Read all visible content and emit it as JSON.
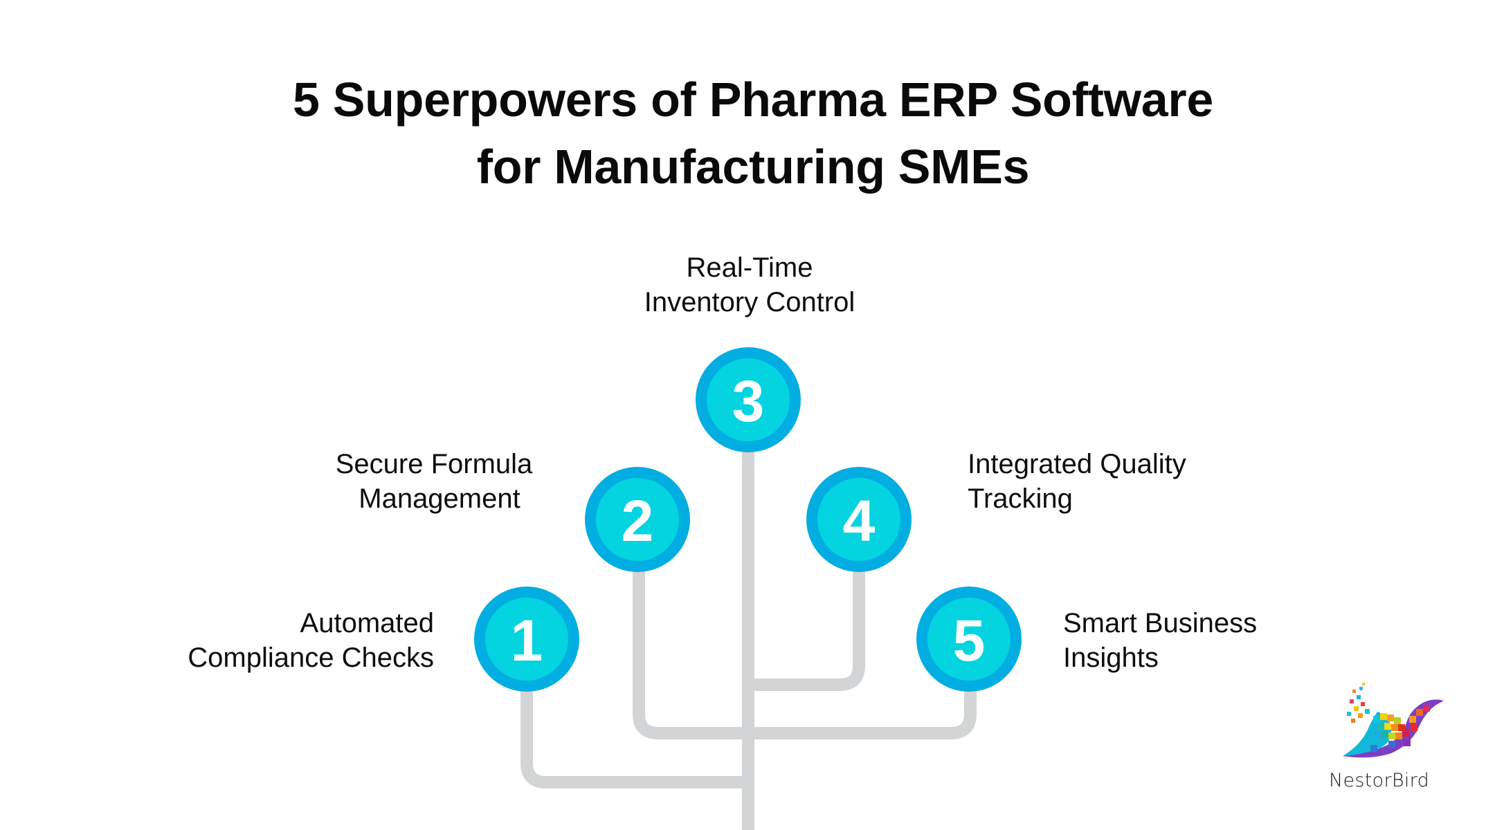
{
  "title": {
    "line1": "5 Superpowers of Pharma ERP Software",
    "line2": "for Manufacturing SMEs"
  },
  "nodes": [
    {
      "number": "1",
      "label_line1": "Automated",
      "label_line2": "Compliance Checks"
    },
    {
      "number": "2",
      "label_line1": "Secure Formula",
      "label_line2": "Management"
    },
    {
      "number": "3",
      "label_line1": "Real-Time",
      "label_line2": "Inventory Control"
    },
    {
      "number": "4",
      "label_line1": "Integrated Quality",
      "label_line2": "Tracking"
    },
    {
      "number": "5",
      "label_line1": "Smart Business",
      "label_line2": "Insights"
    }
  ],
  "colors": {
    "ring": "#02ade2",
    "inner": "#03d4e0",
    "connector": "#d3d4d5",
    "text": "#0d0d0d"
  },
  "logo": {
    "icon": "hummingbird-pixel-logo-icon",
    "brand": "NestorBird"
  }
}
